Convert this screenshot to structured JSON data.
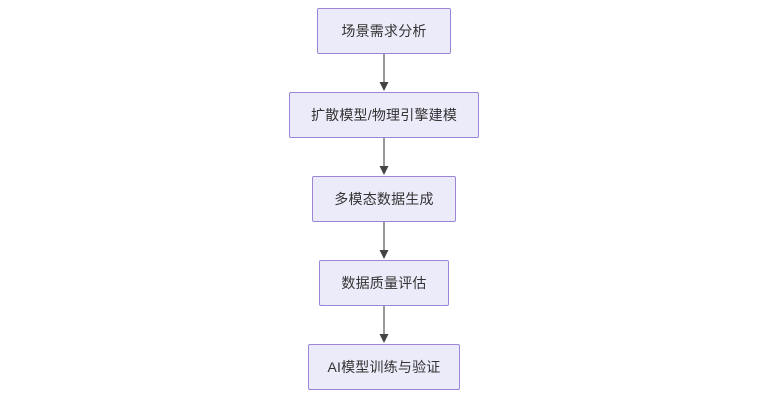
{
  "diagram": {
    "type": "flowchart",
    "orientation": "top-to-bottom",
    "background_color": "#ffffff",
    "node_fill_color": "#ecebfa",
    "node_border_color": "#9a85d8",
    "node_text_color": "#333333",
    "connector_color": "#555555",
    "nodes": [
      {
        "id": "n1",
        "label": "场景需求分析"
      },
      {
        "id": "n2",
        "label": "扩散模型/物理引擎建模"
      },
      {
        "id": "n3",
        "label": "多模态数据生成"
      },
      {
        "id": "n4",
        "label": "数据质量评估"
      },
      {
        "id": "n5",
        "label": "AI模型训练与验证"
      }
    ],
    "edges": [
      {
        "from": "n1",
        "to": "n2",
        "label": ""
      },
      {
        "from": "n2",
        "to": "n3",
        "label": ""
      },
      {
        "from": "n3",
        "to": "n4",
        "label": ""
      },
      {
        "from": "n4",
        "to": "n5",
        "label": ""
      }
    ]
  }
}
